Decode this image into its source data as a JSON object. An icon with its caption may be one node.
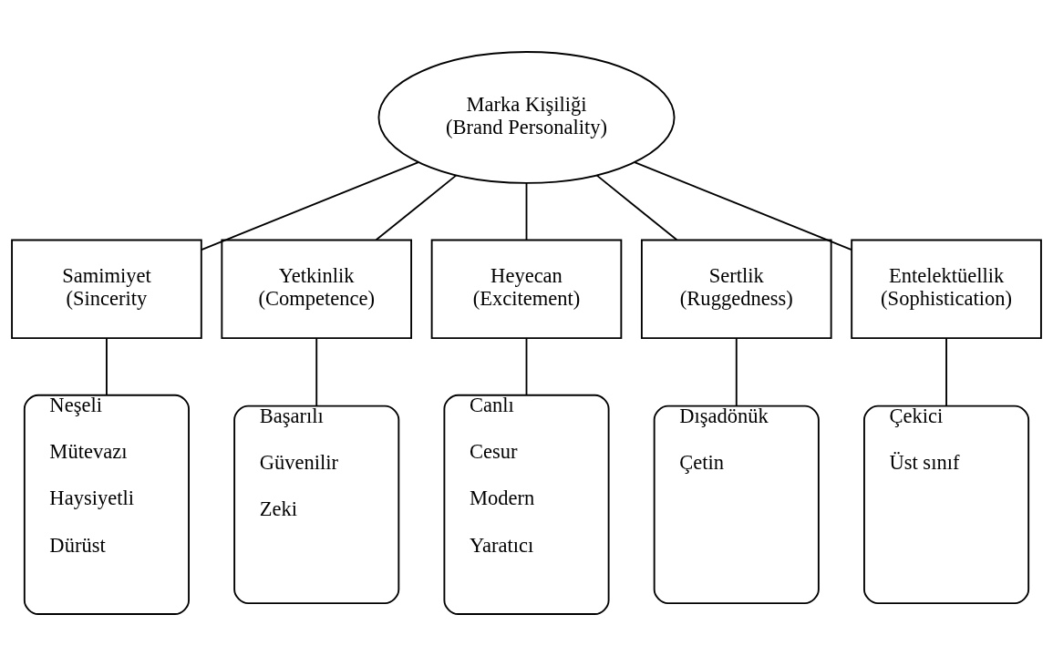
{
  "diagram": {
    "nodes": [
      {
        "text": [
          "Marka Kişiliği (Brand Personality)"
        ]
      },
      {
        "text": [
          "Samimiyet (Sincerity"
        ]
      },
      {
        "text": [
          "Yetkinlik (Competence)"
        ]
      },
      {
        "text": [
          "Heyecan (Excitement)"
        ]
      },
      {
        "text": [
          "Sertlik (Ruggedness)"
        ]
      },
      {
        "text": [
          "Entelektüellik (Sophistication)"
        ]
      },
      {
        "text": [
          "Neşeli",
          "Mütevazı",
          "Haysiyetli",
          "Dürüst"
        ]
      },
      {
        "text": [
          "Başarılı",
          "Güvenilir",
          "Zeki"
        ]
      },
      {
        "text": [
          "Canlı",
          "Cesur",
          "Modern",
          "Yaratıcı"
        ]
      },
      {
        "text": [
          "Dışadönük",
          "Çetin"
        ]
      },
      {
        "text": [
          "Çekici",
          "Üst sınıf"
        ]
      }
    ],
    "edges": [
      {
        "from": 0,
        "to": 1,
        "arrow": "none"
      },
      {
        "from": 0,
        "to": 2,
        "arrow": "none"
      },
      {
        "from": 0,
        "to": 3,
        "arrow": "none"
      },
      {
        "from": 0,
        "to": 4,
        "arrow": "none"
      },
      {
        "from": 0,
        "to": 5,
        "arrow": "none"
      },
      {
        "from": 1,
        "to": 6,
        "arrow": "none"
      },
      {
        "from": 2,
        "to": 7,
        "arrow": "none"
      },
      {
        "from": 3,
        "to": 8,
        "arrow": "none"
      },
      {
        "from": 4,
        "to": 9,
        "arrow": "none"
      },
      {
        "from": 5,
        "to": 10,
        "arrow": "none"
      }
    ]
  }
}
